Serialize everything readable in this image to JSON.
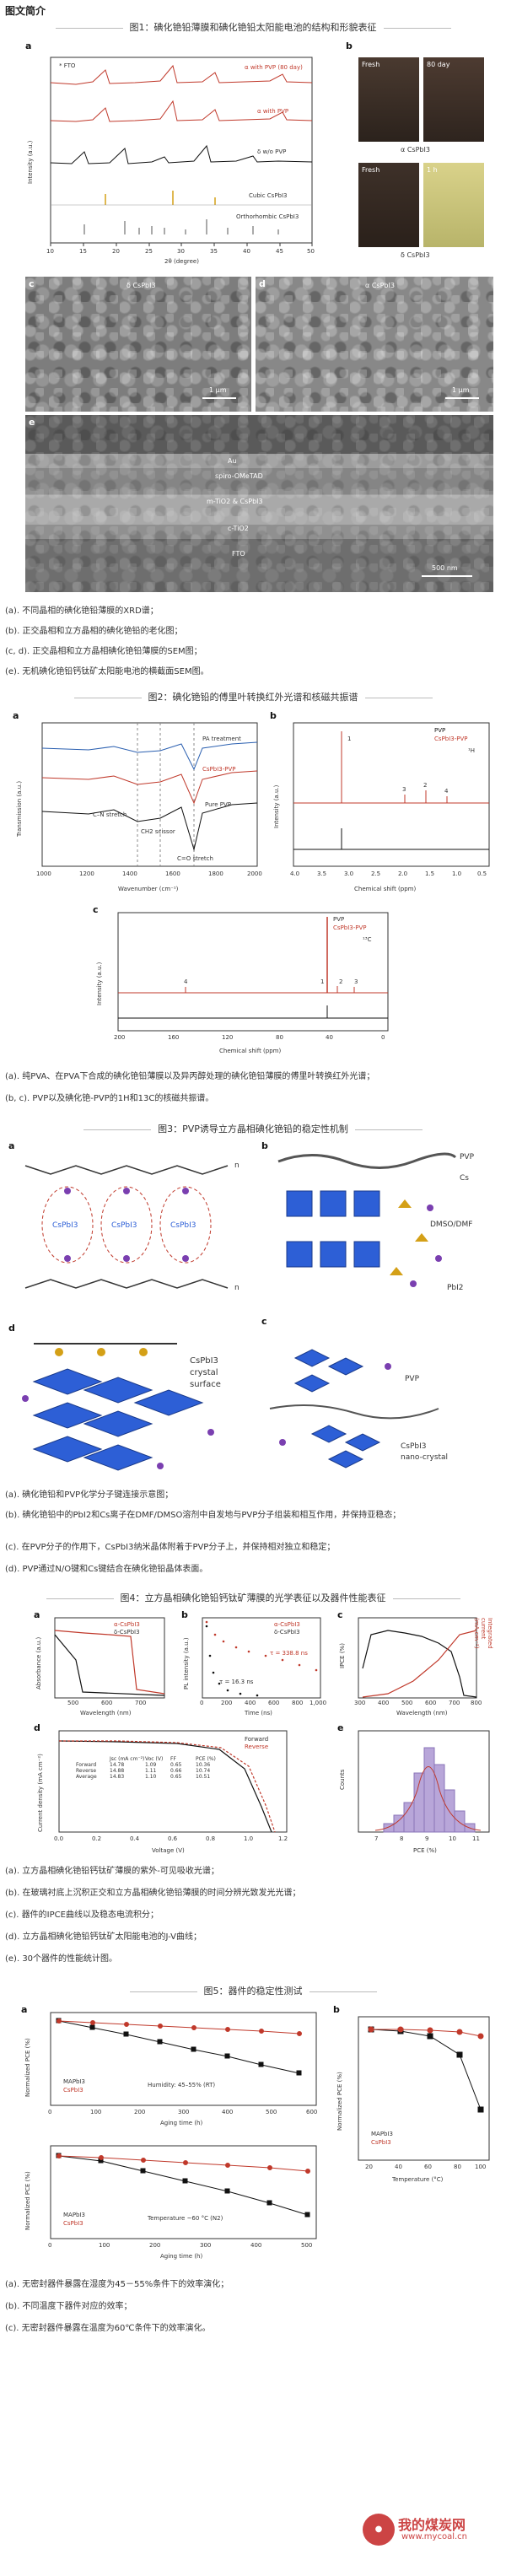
{
  "section_title": "图文简介",
  "fig1": {
    "title": "图1：碘化铯铅薄膜和碘化铯铅太阳能电池的结构和形貌表征",
    "panel_labels": [
      "a",
      "b",
      "c",
      "d",
      "e"
    ],
    "xrd": {
      "legend_fto": "* FTO",
      "traces": [
        "α with PVP (80 day)",
        "α with PVP",
        "δ w/o PVP",
        "Cubic CsPbI3",
        "Orthorhombic CsPbI3"
      ],
      "ylabel": "Intensity (a.u.)",
      "xlabel": "2θ (degree)",
      "xticks": [
        "10",
        "15",
        "20",
        "25",
        "30",
        "35",
        "40",
        "45",
        "50"
      ]
    },
    "photos": {
      "fresh": "Fresh",
      "day80": "80 day",
      "alpha_label": "α CsPbI3",
      "fresh2": "Fresh",
      "hour1": "1 h",
      "delta_label": "δ CsPbI3"
    },
    "sem_c": {
      "label": "δ CsPbI3",
      "scale": "1 μm"
    },
    "sem_d": {
      "label": "α CsPbI3",
      "scale": "1 μm"
    },
    "sem_e": {
      "layers": [
        "Au",
        "spiro-OMeTAD",
        "m-TiO2 & CsPbI3",
        "c-TiO2",
        "FTO"
      ],
      "scale": "500 nm"
    },
    "captions": [
      "(a). 不同晶相的碘化铯铅薄膜的XRD谱；",
      "(b). 正交晶相和立方晶相的碘化铯铅的老化图；",
      "(c, d). 正交晶相和立方晶相碘化铯铅薄膜的SEM图；",
      "(e). 无机碘化铯铅钙钛矿太阳能电池的横截面SEM图。"
    ]
  },
  "fig2": {
    "title": "图2：碘化铯铅的傅里叶转换红外光谱和核磁共振谱",
    "panel_labels": [
      "a",
      "b",
      "c"
    ],
    "ftir": {
      "traces": [
        "PA treatment",
        "CsPbI3-PVP",
        "Pure PVP"
      ],
      "annotations": [
        "C–N stretch",
        "CH2 scissor",
        "C=O stretch"
      ],
      "ylabel": "Transmission (a.u.)",
      "xlabel": "Wavenumber (cm⁻¹)",
      "xticks": [
        "1000",
        "1200",
        "1400",
        "1600",
        "1800",
        "2000"
      ]
    },
    "nmr_h": {
      "legend": [
        "PVP",
        "CsPbI3-PVP"
      ],
      "nucleus": "¹H",
      "peaks": [
        "1",
        "2",
        "3",
        "4"
      ],
      "ylabel": "Intensity (a.u.)",
      "xlabel": "Chemical shift (ppm)",
      "xticks": [
        "4.0",
        "3.5",
        "3.0",
        "2.5",
        "2.0",
        "1.5",
        "1.0",
        "0.5"
      ]
    },
    "nmr_c": {
      "legend": [
        "PVP",
        "CsPbI3-PVP"
      ],
      "nucleus": "¹³C",
      "peaks": [
        "4",
        "1",
        "2",
        "3"
      ],
      "ylabel": "Intensity (a.u.)",
      "xlabel": "Chemical shift (ppm)",
      "xticks": [
        "200",
        "160",
        "120",
        "80",
        "40",
        "0"
      ]
    },
    "captions": [
      "(a). 纯PVA、在PVA下合成的碘化铯铅薄膜以及异丙醇处理的碘化铯铅薄膜的傅里叶转换红外光谱；",
      "(b, c). PVP以及碘化铯-PVP的1H和13C的核磁共振谱。"
    ]
  },
  "fig3": {
    "title": "图3：PVP诱导立方晶相碘化铯铅的稳定性机制",
    "panel_labels": [
      "a",
      "b",
      "c",
      "d"
    ],
    "labels_a": [
      "n",
      "CsPbI3",
      "CsPbI3",
      "CsPbI3",
      "n"
    ],
    "labels_b": [
      "PVP",
      "Cs",
      "DMSO/DMF",
      "PbI2"
    ],
    "labels_c": [
      "PVP",
      "CsPbI3",
      "nano-crystal"
    ],
    "labels_d": [
      "CsPbI3",
      "crystal",
      "surface"
    ],
    "captions": [
      "(a). 碘化铯铅和PVP化学分子键连接示意图；",
      "(b). 碘化铯铅中的PbI2和Cs离子在DMF/DMSO溶剂中自发地与PVP分子组装和相互作用，并保持亚稳态；",
      "(c). 在PVP分子的作用下，CsPbI3纳米晶体附着于PVP分子上，并保持相对独立和稳定；",
      "(d). PVP通过N/O键和Cs键结合在碘化铯铅晶体表面。"
    ]
  },
  "fig4": {
    "title": "图4：立方晶相碘化铯铅钙钛矿薄膜的光学表征以及器件性能表征",
    "panel_labels": [
      "a",
      "b",
      "c",
      "d",
      "e"
    ],
    "abs": {
      "legend": [
        "α-CsPbI3",
        "δ-CsPbI3"
      ],
      "ylabel": "Absorbance (a.u.)",
      "xlabel": "Wavelength (nm)",
      "xticks": [
        "500",
        "600",
        "700"
      ]
    },
    "pl": {
      "legend": [
        "α-CsPbI3",
        "δ-CsPbI3"
      ],
      "annot": [
        "τ = 338.8 ns",
        "τ = 16.3 ns"
      ],
      "ylabel": "PL intensity (a.u.)",
      "xlabel": "Time (ns)",
      "xticks": [
        "0",
        "200",
        "400",
        "600",
        "800",
        "1,000"
      ]
    },
    "ipce": {
      "ylabel": "IPCE (%)",
      "ylabel2": "Integrated current (mA cm⁻²)",
      "xlabel": "Wavelength (nm)",
      "xticks": [
        "300",
        "400",
        "500",
        "600",
        "700",
        "800"
      ]
    },
    "jv": {
      "ylabel": "Current density (mA cm⁻²)",
      "xlabel": "Voltage (V)",
      "xticks": [
        "0.0",
        "0.2",
        "0.4",
        "0.6",
        "0.8",
        "1.0",
        "1.2"
      ],
      "legend": [
        "Forward",
        "Reverse"
      ],
      "table_head": [
        "",
        "Jsc (mA cm⁻²)",
        "Voc (V)",
        "FF",
        "PCE (%)"
      ],
      "table_rows": [
        [
          "Forward",
          "14.78",
          "1.09",
          "0.65",
          "10.36"
        ],
        [
          "Reverse",
          "14.88",
          "1.11",
          "0.66",
          "10.74"
        ],
        [
          "Average",
          "14.83",
          "1.10",
          "0.65",
          "10.51"
        ]
      ]
    },
    "hist": {
      "ylabel": "Counts",
      "xlabel": "PCE (%)",
      "xticks": [
        "7",
        "8",
        "9",
        "10",
        "11"
      ]
    },
    "captions": [
      "(a). 立方晶相碘化铯铅钙钛矿薄膜的紫外-可见吸收光谱；",
      "(b). 在玻璃衬底上沉积正交和立方晶相碘化铯铅薄膜的时间分辨光致发光光谱；",
      "(c). 器件的IPCE曲线以及稳态电流积分；",
      "(d). 立方晶相碘化铯铅钙钛矿太阳能电池的J-V曲线；",
      "(e). 30个器件的性能统计图。"
    ]
  },
  "fig5": {
    "title": "图5：器件的稳定性测试",
    "panel_labels": [
      "a",
      "b"
    ],
    "top": {
      "legend": [
        "MAPbI3",
        "CsPbI3"
      ],
      "condition": "Humidity: 45–55% (RT)",
      "ylabel": "Normalized PCE (%)",
      "xlabel": "Aging time (h)",
      "xticks": [
        "0",
        "100",
        "200",
        "300",
        "400",
        "500",
        "600"
      ]
    },
    "bottom": {
      "legend": [
        "MAPbI3",
        "CsPbI3"
      ],
      "condition": "Temperature ~60 °C (N2)",
      "ylabel": "Normalized PCE (%)",
      "xlabel": "Aging time (h)",
      "xticks": [
        "0",
        "100",
        "200",
        "300",
        "400",
        "500"
      ]
    },
    "right": {
      "legend": [
        "MAPbI3",
        "CsPbI3"
      ],
      "ylabel": "Normalized PCE (%)",
      "xlabel": "Temperature (°C)",
      "xticks": [
        "20",
        "40",
        "60",
        "80",
        "100"
      ]
    },
    "captions": [
      "(a). 无密封器件暴露在湿度为45－55%条件下的效率演化；",
      "(b). 不同温度下器件对应的效率；",
      "(c). 无密封器件暴露在温度为60℃条件下的效率演化。"
    ]
  },
  "watermark": {
    "text": "我的煤炭网",
    "url": "www.mycoal.cn"
  },
  "colors": {
    "red_trace": "#c0392b",
    "black_trace": "#111111",
    "blue_crystal": "#2d5fd6",
    "hist_bar": "#b8a6d9"
  }
}
